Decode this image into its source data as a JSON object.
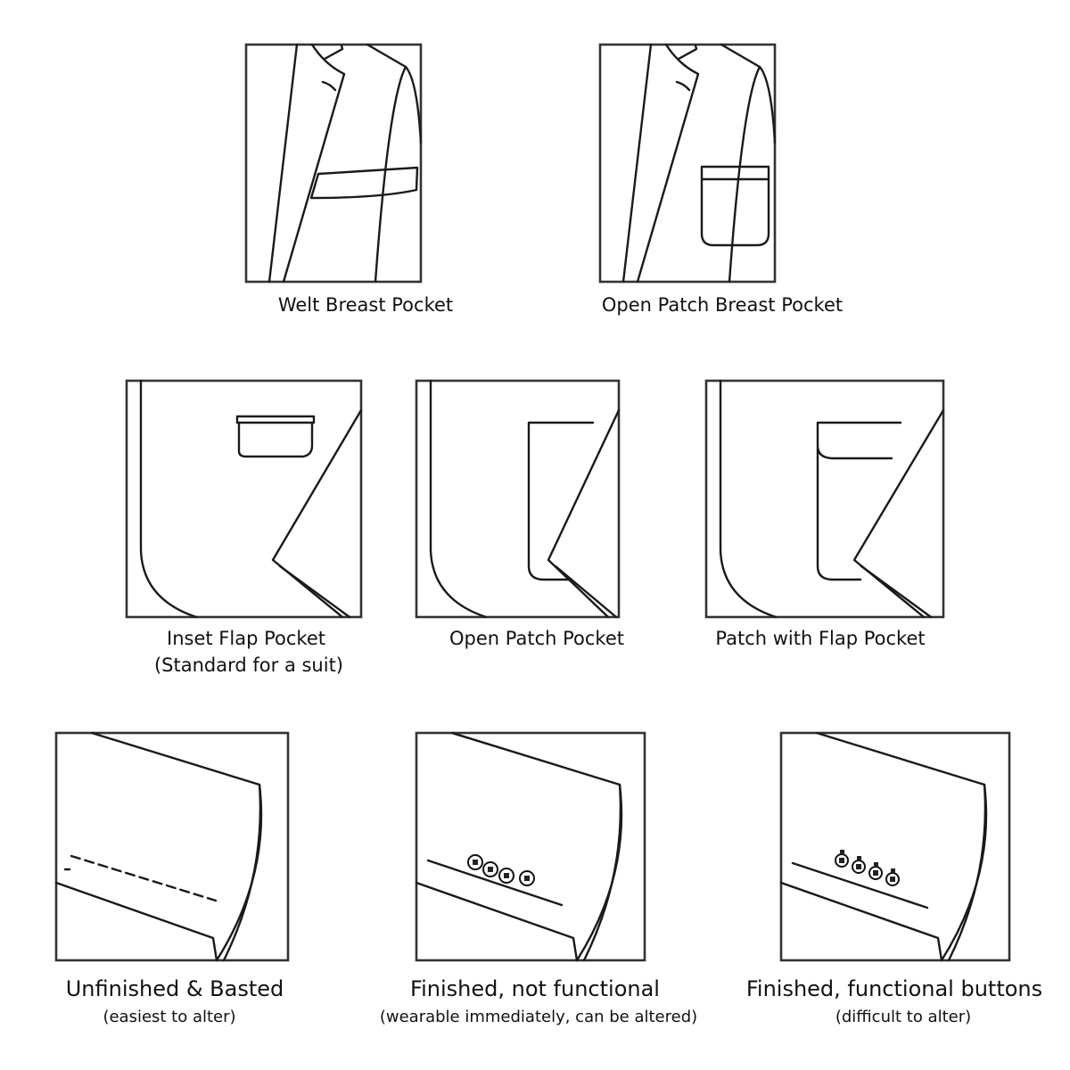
{
  "breast_pockets": [
    {
      "label": "Welt Breast Pocket"
    },
    {
      "label": "Open Patch Breast Pocket"
    }
  ],
  "hip_pockets": [
    {
      "label": "Inset Flap Pocket",
      "sublabel": "(Standard for a suit)"
    },
    {
      "label": "Open Patch Pocket"
    },
    {
      "label": "Patch with Flap Pocket"
    }
  ],
  "sleeve_finishes": [
    {
      "label": "Unfinished & Basted",
      "sublabel": "(easiest to alter)"
    },
    {
      "label": "Finished, not functional",
      "sublabel": "(wearable immediately, can be altered)"
    },
    {
      "label": "Finished, functional buttons",
      "sublabel": "(difficult to alter)"
    }
  ]
}
